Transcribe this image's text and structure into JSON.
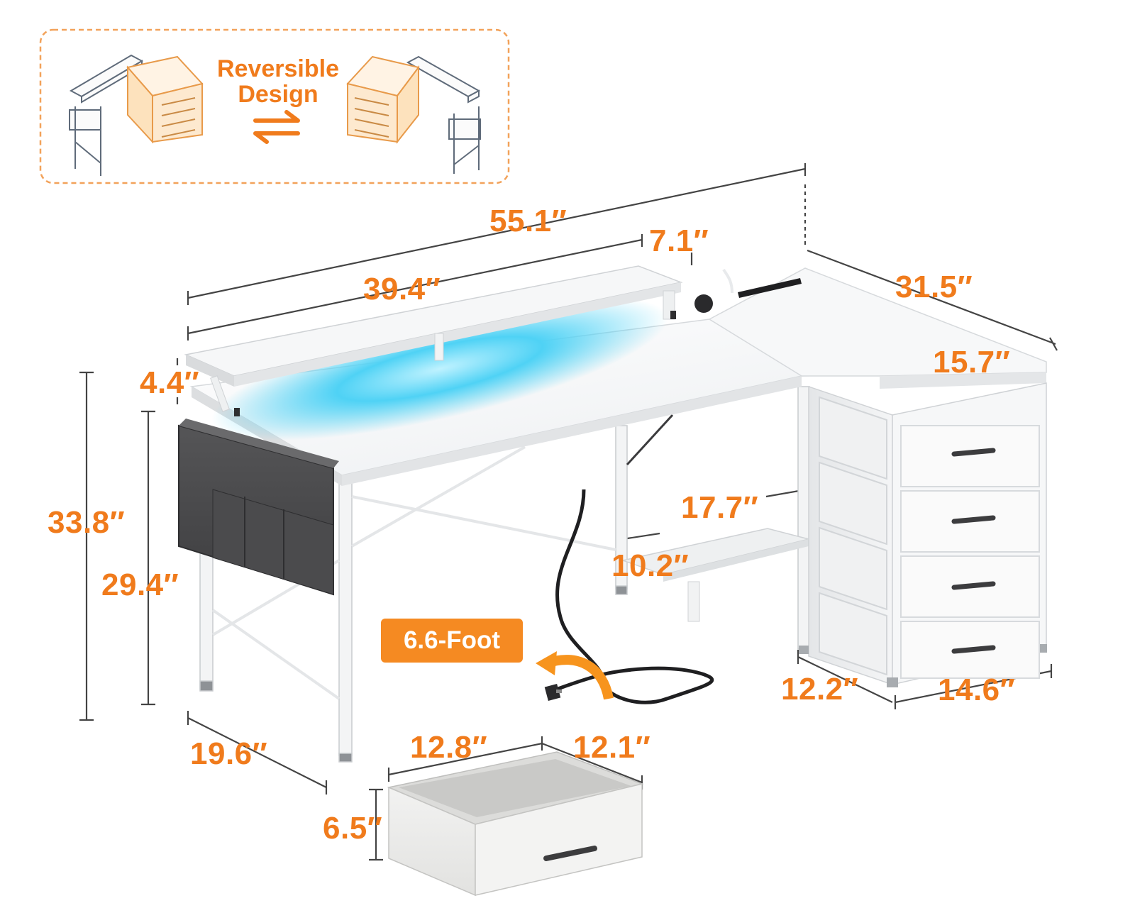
{
  "callout": {
    "line1": "Reversible",
    "line2": "Design"
  },
  "cord_badge": "6.6-Foot",
  "dimensions": {
    "overall_width": "55.1″",
    "shelf_overhang": "7.1″",
    "desk_width": "39.4″",
    "return_length": "31.5″",
    "cabinet_depth": "15.7″",
    "shelf_height": "4.4″",
    "total_height": "33.8″",
    "desk_height": "29.4″",
    "bottom_shelf_width": "17.7″",
    "bottom_shelf_depth": "10.2″",
    "cabinet_side": "12.2″",
    "cabinet_front": "14.6″",
    "desk_depth": "19.6″",
    "drawer_width": "12.8″",
    "drawer_depth": "12.1″",
    "drawer_height": "6.5″"
  },
  "colors": {
    "accent": "#f07b1c",
    "badge": "#f58a22",
    "led_glow": "#3cc8f2",
    "bag": "#4a4a4c",
    "drawer_handle": "#3c3c3e"
  }
}
